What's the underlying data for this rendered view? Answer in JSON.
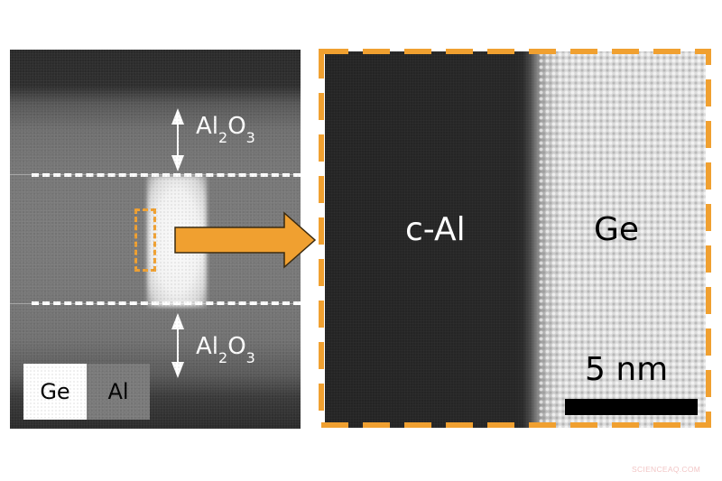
{
  "figure": {
    "left_panel": {
      "labels": {
        "top_oxide": {
          "main": "Al",
          "sub1": "2",
          "mid": "O",
          "sub2": "3"
        },
        "bottom_oxide": {
          "main": "Al",
          "sub1": "2",
          "mid": "O",
          "sub2": "3"
        }
      },
      "legend": {
        "ge": "Ge",
        "al": "Al"
      },
      "colors": {
        "ge_swatch": "#ffffff",
        "al_swatch": "#7a7a7a",
        "dashed_lines": "#ffffff",
        "zoom_bracket": "#f0a030"
      }
    },
    "arrow": {
      "color": "#f0a030",
      "icon": "right-arrow-icon"
    },
    "right_panel": {
      "region_left_label": "c-Al",
      "region_right_label": "Ge",
      "scale_bar": {
        "label": "5 nm"
      },
      "colors": {
        "frame": "#f0a030",
        "c_al": "#242424",
        "ge": "#dcdcdc"
      }
    }
  },
  "watermark": "SCIENCEAQ.COM"
}
